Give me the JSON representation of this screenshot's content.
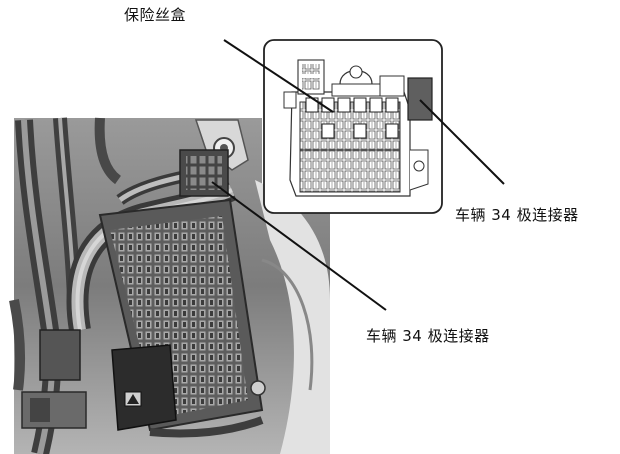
{
  "labels": {
    "fuse_box": "保险丝盒",
    "connector_right": "车辆 34 极连接器",
    "connector_bottom": "车辆 34 极连接器"
  }
}
